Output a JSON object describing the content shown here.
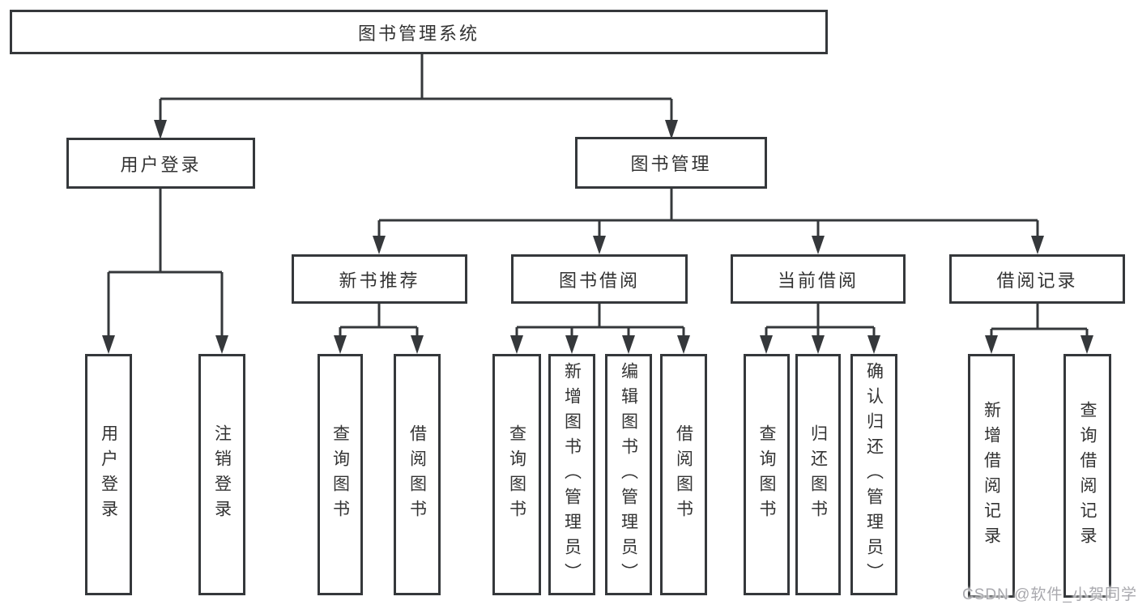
{
  "diagram": {
    "nodes": {
      "root": "图书管理系统",
      "user_login": "用户登录",
      "book_mgmt": "图书管理",
      "new_book_rec": "新书推荐",
      "book_borrow": "图书借阅",
      "current_borrow": "当前借阅",
      "borrow_records": "借阅记录",
      "leaf_login": "用户登录",
      "leaf_logout": "注销登录",
      "leaf_rec_query": "查询图书",
      "leaf_rec_borrow": "借阅图书",
      "leaf_bb_query": "查询图书",
      "leaf_bb_add": "新增图书（管理员）",
      "leaf_bb_edit": "编辑图书（管理员）",
      "leaf_bb_borrow": "借阅图书",
      "leaf_cb_query": "查询图书",
      "leaf_cb_return": "归还图书",
      "leaf_cb_confirm": "确认归还（管理员）",
      "leaf_br_add": "新增借阅记录",
      "leaf_br_query": "查询借阅记录"
    },
    "hierarchy": {
      "图书管理系统": [
        "用户登录",
        "图书管理"
      ],
      "用户登录": [
        "用户登录",
        "注销登录"
      ],
      "图书管理": [
        "新书推荐",
        "图书借阅",
        "当前借阅",
        "借阅记录"
      ],
      "新书推荐": [
        "查询图书",
        "借阅图书"
      ],
      "图书借阅": [
        "查询图书",
        "新增图书（管理员）",
        "编辑图书（管理员）",
        "借阅图书"
      ],
      "当前借阅": [
        "查询图书",
        "归还图书",
        "确认归还（管理员）"
      ],
      "借阅记录": [
        "新增借阅记录",
        "查询借阅记录"
      ]
    },
    "watermark": "CSDN @软件_小贺同学",
    "colors": {
      "line": "#35383b",
      "text": "#333333",
      "box_background": "#ffffff",
      "watermark": "#a9a9ae",
      "background": "#ffffff"
    }
  }
}
